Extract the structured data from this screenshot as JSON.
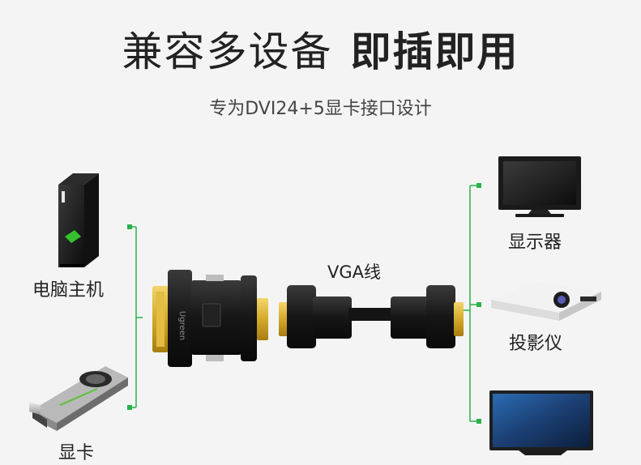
{
  "headline": {
    "part1": "兼容多设备",
    "part2": "即插即用"
  },
  "subtitle": "专为DVI24+5显卡接口设计",
  "left_devices": [
    {
      "label": "电脑主机",
      "icon": "desktop-tower-icon"
    },
    {
      "label": "显卡",
      "icon": "graphics-card-icon"
    }
  ],
  "center": {
    "cable_label": "VGA线",
    "adapter_brand": "Ugreen"
  },
  "right_devices": [
    {
      "label": "显示器",
      "icon": "monitor-icon"
    },
    {
      "label": "投影仪",
      "icon": "projector-icon"
    },
    {
      "label": "",
      "icon": "tv-icon"
    }
  ],
  "colors": {
    "connector_line": "#2bb24c",
    "gold": "#d4a92a",
    "body": "#1a1a1a"
  }
}
